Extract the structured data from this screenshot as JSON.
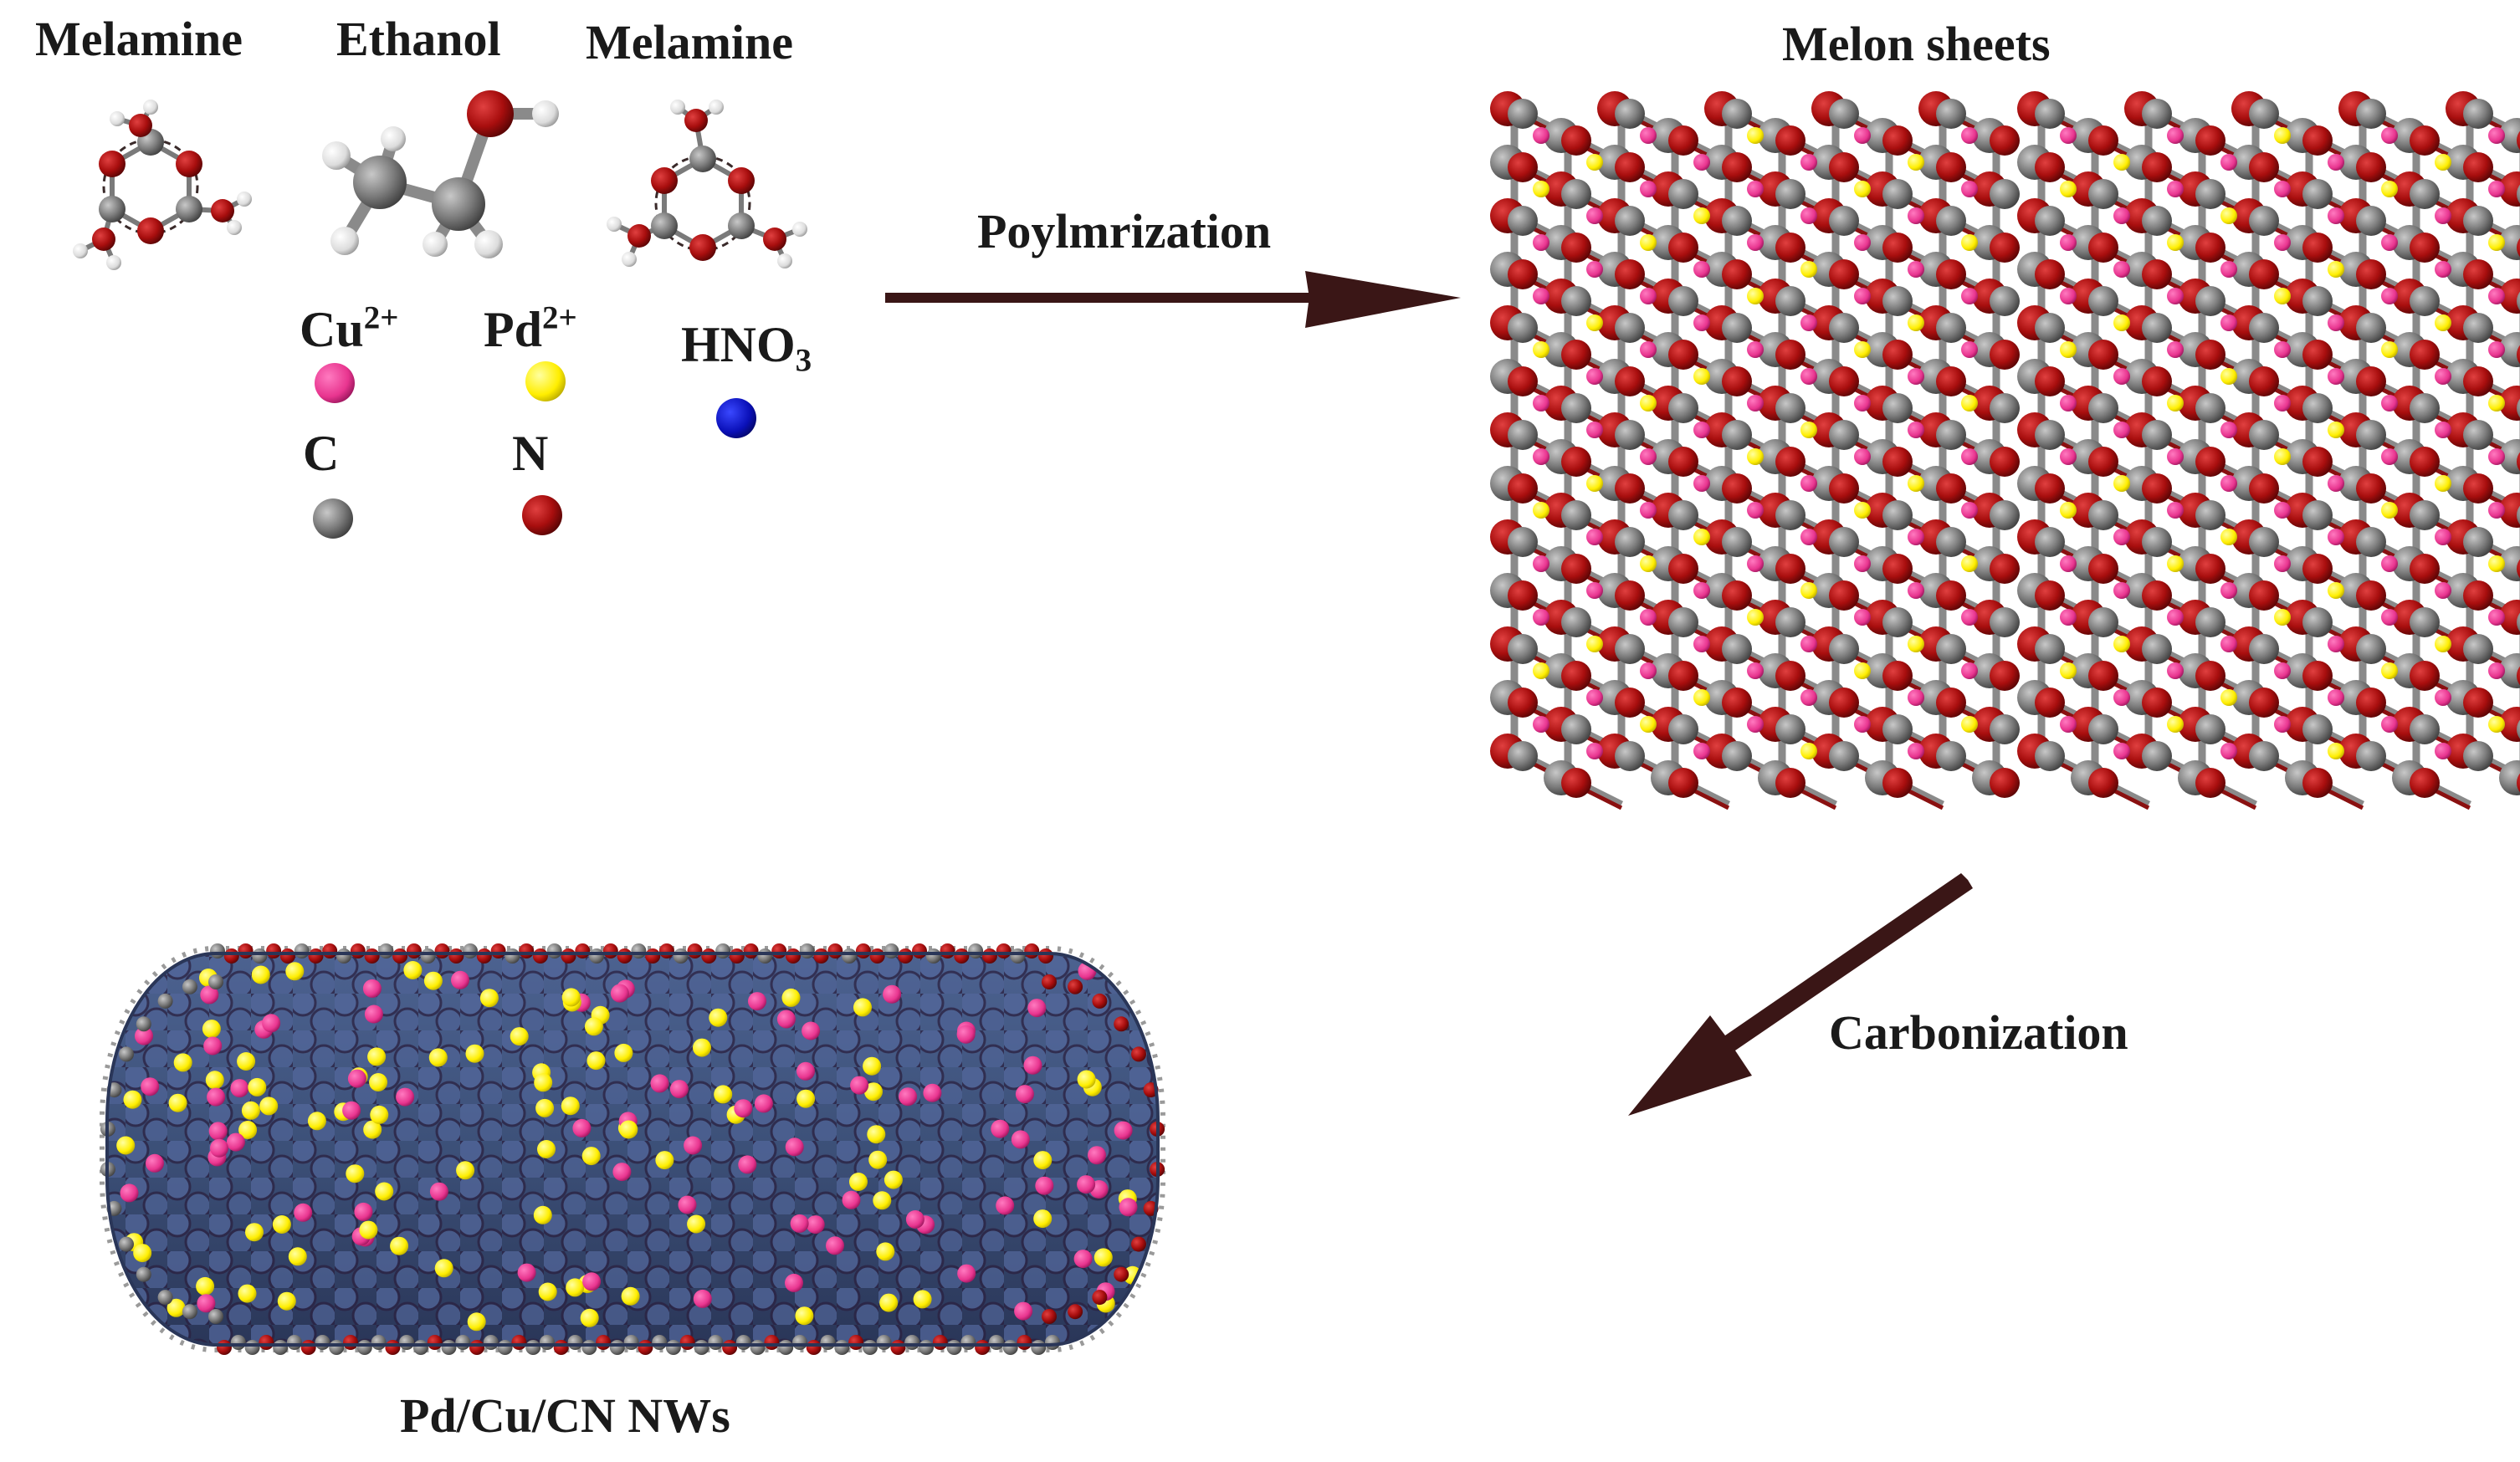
{
  "molecules": {
    "melamine_left": "Melamine",
    "ethanol": "Ethanol",
    "melamine_right": "Melamine"
  },
  "legend": {
    "cu": {
      "base": "Cu",
      "sup": "2+",
      "color": "#e8358f"
    },
    "pd": {
      "base": "Pd",
      "sup": "2+",
      "color": "#ffee00"
    },
    "hno3": {
      "base": "HNO",
      "sub": "3",
      "color": "#0a10b8"
    },
    "c": {
      "label": "C",
      "color": "#7a7a7a"
    },
    "n": {
      "label": "N",
      "color": "#b00f0f"
    }
  },
  "steps": {
    "polymerization": "Poylmrization",
    "carbonization": "Carbonization"
  },
  "products": {
    "melon_sheets": "Melon sheets",
    "nanowires": "Pd/Cu/CN NWs"
  },
  "colors": {
    "arrow": "#3a1616",
    "nanowire_body": "#3c5078",
    "hydrogen": "#ececec"
  }
}
